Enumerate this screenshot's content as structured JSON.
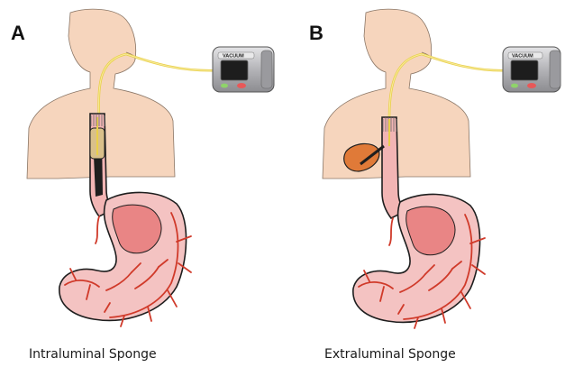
{
  "panels": [
    {
      "letter": "A",
      "caption": "Intraluminal Sponge",
      "device_label": "VACUUM"
    },
    {
      "letter": "B",
      "caption": "Extraluminal Sponge",
      "device_label": "VACUUM"
    }
  ],
  "colors": {
    "skin": "#f6d5bd",
    "outline": "#1e1e1e",
    "stomach_fill": "#f2b5b4",
    "stomach_inner": "#e98585",
    "vessel": "#d03a2a",
    "tube": "#f2e06a",
    "sponge": "#e07a38",
    "device_body": "#b8b8bc",
    "screen": "#1d1d1d",
    "led_green": "#8fd36a",
    "led_red": "#e85858"
  }
}
